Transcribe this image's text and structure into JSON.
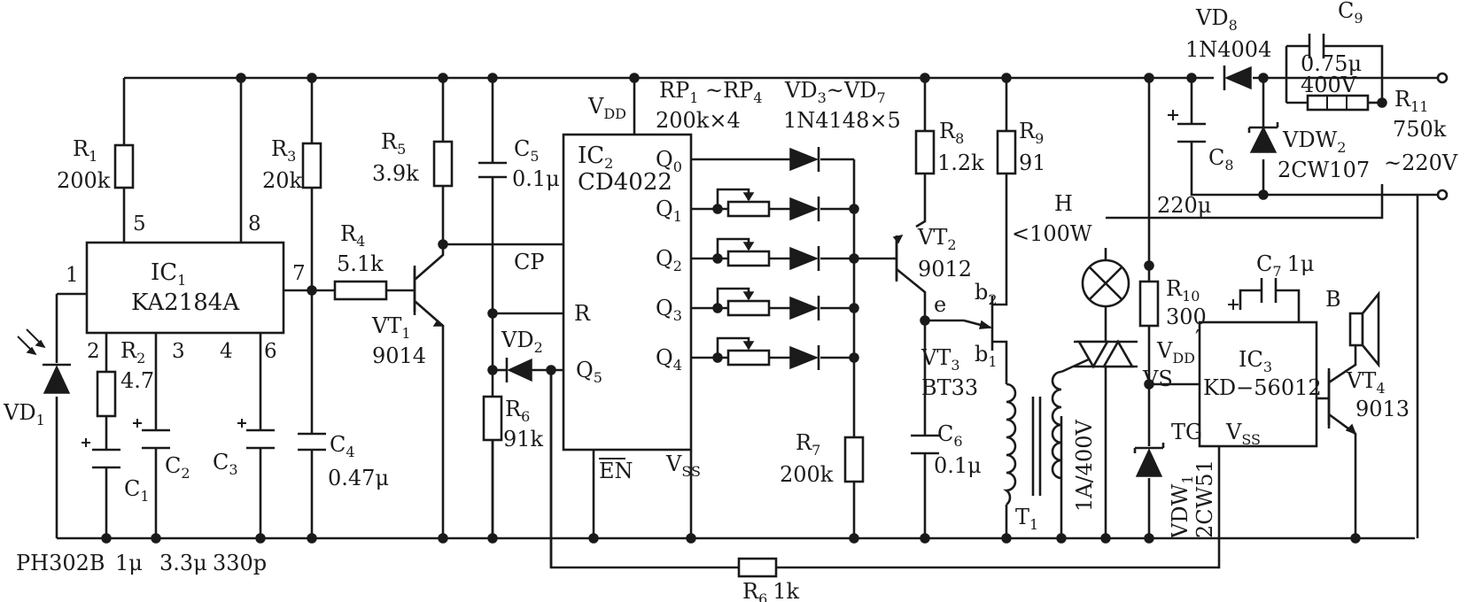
{
  "labels": {
    "ic1_ref": "IC",
    "ic1_ref_sub": "1",
    "ic1_part": "KA2184A",
    "ic1_pin1": "1",
    "ic1_pin2": "2",
    "ic1_pin3": "3",
    "ic1_pin4": "4",
    "ic1_pin5": "5",
    "ic1_pin6": "6",
    "ic1_pin7": "7",
    "ic1_pin8": "8",
    "r1_ref": "R",
    "r1_sub": "1",
    "r1_val": "200k",
    "r2_ref": "R",
    "r2_sub": "2",
    "r2_val": "4.7",
    "r3_ref": "R",
    "r3_sub": "3",
    "r3_val": "20k",
    "r4_ref": "R",
    "r4_sub": "4",
    "r4_val": "5.1k",
    "r5_ref": "R",
    "r5_sub": "5",
    "r5_val": "3.9k",
    "r6_ref": "R",
    "r6_sub": "6",
    "r6_val": "91k",
    "r6b_ref": "R",
    "r6b_sub": "6",
    "r6b_val": "1k",
    "r7_ref": "R",
    "r7_sub": "7",
    "r7_val": "200k",
    "r8_ref": "R",
    "r8_sub": "8",
    "r8_val": "1.2k",
    "r9_ref": "R",
    "r9_sub": "9",
    "r9_val": "91",
    "r10_ref": "R",
    "r10_sub": "10",
    "r10_val": "300",
    "r11_ref": "R",
    "r11_sub": "11",
    "r11_val": "750k",
    "c1_ref": "C",
    "c1_sub": "1",
    "c2_ref": "C",
    "c2_sub": "2",
    "c3_ref": "C",
    "c3_sub": "3",
    "c4_ref": "C",
    "c4_sub": "4",
    "c4_val": "0.47μ",
    "c5_ref": "C",
    "c5_sub": "5",
    "c5_val": "0.1μ",
    "c6_ref": "C",
    "c6_sub": "6",
    "c6_val": "0.1μ",
    "c7_ref": "C",
    "c7_sub": "7",
    "c7_val": "1μ",
    "c8_ref": "C",
    "c8_sub": "8",
    "c8_val": "220μ",
    "c9_ref": "C",
    "c9_sub": "9",
    "c9_val": "0.75μ",
    "c9_volt": "400V",
    "bottom_vd1_part": "PH302B",
    "bottom_c1_val": "1μ",
    "bottom_c2_val": "3.3μ",
    "bottom_c3_val": "330p",
    "vd1_ref": "VD",
    "vd1_sub": "1",
    "vd2_ref": "VD",
    "vd2_sub": "2",
    "vt1_ref": "VT",
    "vt1_sub": "1",
    "vt1_part": "9014",
    "vt2_ref": "VT",
    "vt2_sub": "2",
    "vt2_part": "9012",
    "vt3_ref": "VT",
    "vt3_sub": "3",
    "vt3_part": "BT33",
    "vt3_e": "e",
    "vt3_b1": "b",
    "vt3_b1_sub": "1",
    "vt3_b2": "b",
    "vt3_b2_sub": "2",
    "vt4_ref": "VT",
    "vt4_sub": "4",
    "vt4_part": "9013",
    "ic2_ref": "IC",
    "ic2_sub": "2",
    "ic2_part": "CD4022",
    "ic2_vdd": "V",
    "ic2_vdd_sub": "DD",
    "ic2_vss": "V",
    "ic2_vss_sub": "SS",
    "ic2_en": "EN",
    "ic2_cp": "CP",
    "ic2_r": "R",
    "ic2_q0": "Q",
    "ic2_q0_sub": "0",
    "ic2_q1": "Q",
    "ic2_q1_sub": "1",
    "ic2_q2": "Q",
    "ic2_q2_sub": "2",
    "ic2_q3": "Q",
    "ic2_q3_sub": "3",
    "ic2_q4": "Q",
    "ic2_q4_sub": "4",
    "ic2_q5": "Q",
    "ic2_q5_sub": "5",
    "rp_ref": "RP",
    "rp_sub1": "1",
    "rp_sep": " ~RP",
    "rp_sub4": "4",
    "rp_val": "200k×4",
    "vd37_ref": "VD",
    "vd37_sub3": "3",
    "vd37_sep": "~VD",
    "vd37_sub7": "7",
    "vd37_part": "1N4148×5",
    "vd8_ref": "VD",
    "vd8_sub": "8",
    "vd8_part": "1N4004",
    "vdw2_ref": "VDW",
    "vdw2_sub": "2",
    "vdw2_part": "2CW107",
    "vdw1_ref": "VDW",
    "vdw1_sub": "1",
    "vdw1_part": "2CW51",
    "mains": "~220V",
    "lamp_ref": "H",
    "lamp_val": "<100W",
    "vs_ref": "VS",
    "vs_rating": "1A/400V",
    "t1_ref": "T",
    "t1_sub": "1",
    "ic3_ref": "IC",
    "ic3_sub": "3",
    "ic3_part": "KD−56012",
    "ic3_vdd": "V",
    "ic3_vdd_sub": "DD",
    "ic3_vdd_prime": "′",
    "ic3_vss": "V",
    "ic3_vss_sub": "SS",
    "ic3_tg": "TG",
    "speaker_ref": "B"
  }
}
